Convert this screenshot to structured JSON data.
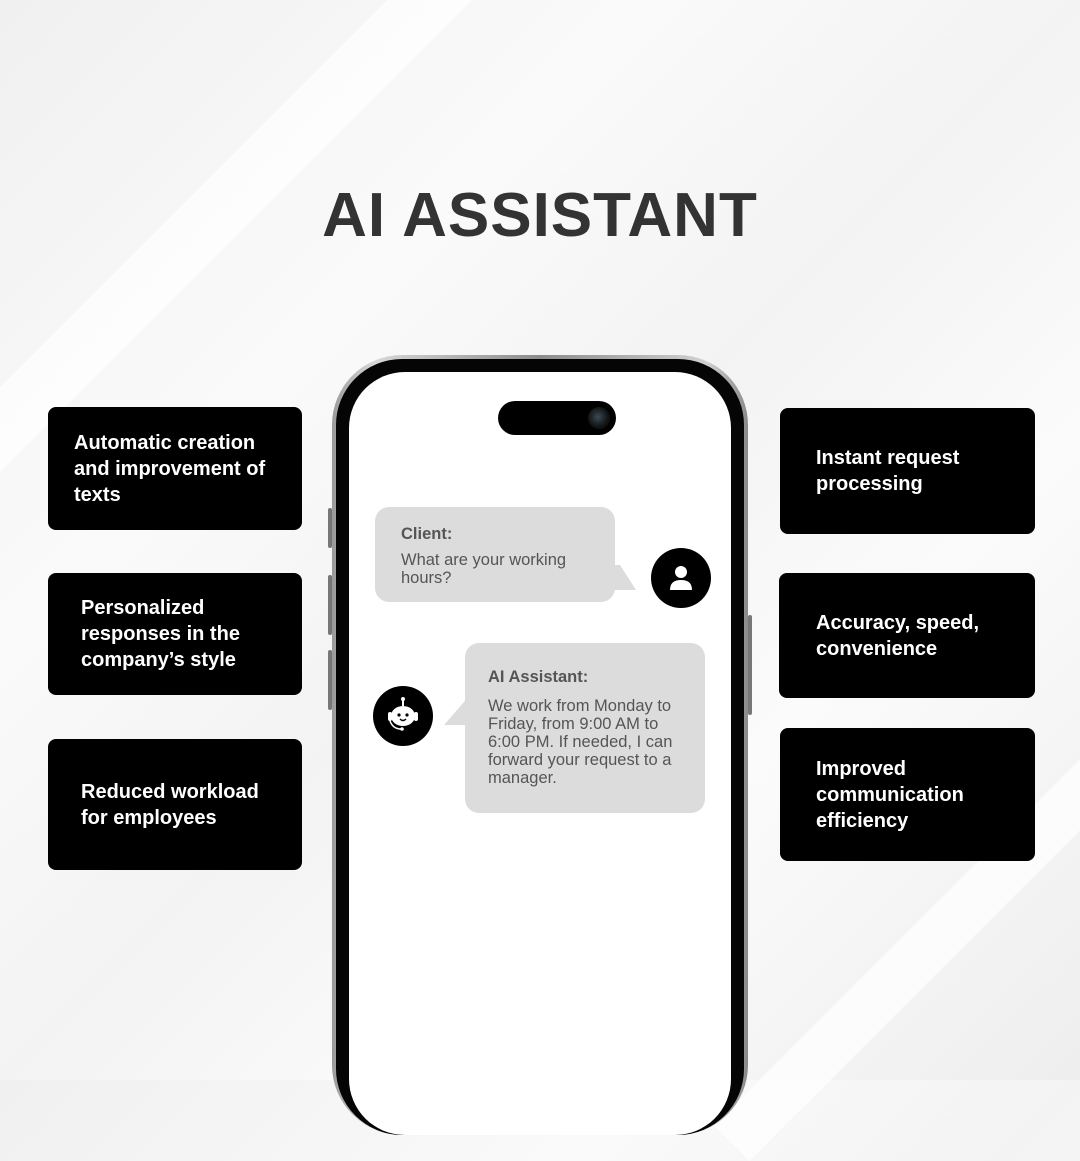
{
  "title": "AI ASSISTANT",
  "left_features": [
    "Automatic creation and improvement of texts",
    "Personalized responses in the company’s style",
    "Reduced workload for employees"
  ],
  "right_features": [
    "Instant request processing",
    "Accuracy, speed, convenience",
    "Improved communication efficiency"
  ],
  "chat": {
    "client": {
      "sender": "Client:",
      "message": "What are your working hours?",
      "icon": "user-icon"
    },
    "assistant": {
      "sender": "AI Assistant:",
      "message": "We work from Monday to Friday, from 9:00 AM to 6:00 PM. If needed, I can forward your request to a manager.",
      "icon": "robot-icon"
    }
  }
}
